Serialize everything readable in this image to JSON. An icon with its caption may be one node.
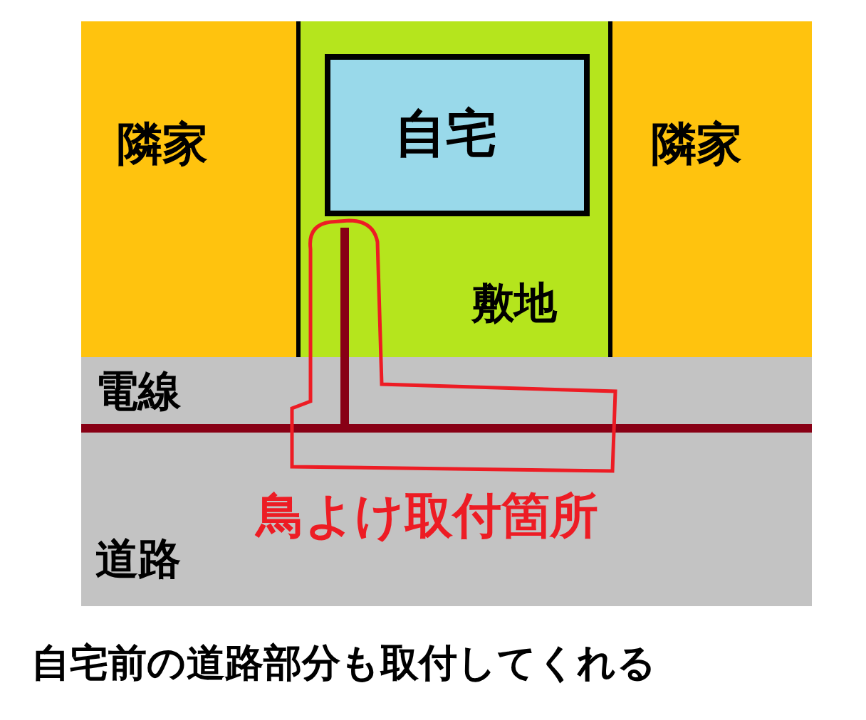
{
  "diagram": {
    "caption": "自宅前の道路部分も取付してくれる",
    "nodes": [
      {
        "text": [
          "隣家"
        ]
      },
      {
        "text": [
          "敷地"
        ]
      },
      {
        "text": [
          "自宅"
        ],
        "in": 1
      },
      {
        "text": [
          "隣家"
        ]
      },
      {
        "text": [
          "道路"
        ]
      }
    ],
    "edges": [],
    "labels": [
      "電線",
      "鳥よけ取付箇所"
    ]
  }
}
